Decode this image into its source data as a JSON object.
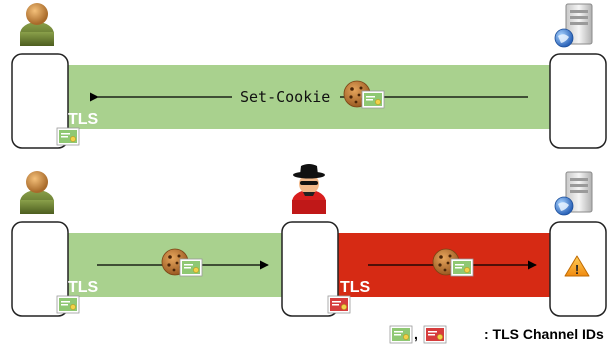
{
  "scenario_1": {
    "message_label": "Set-Cookie",
    "channel_label": "TLS",
    "channel_color": "#a9d18e"
  },
  "scenario_2": {
    "left_channel_label": "TLS",
    "right_channel_label": "TLS",
    "left_channel_color": "#a9d18e",
    "right_channel_color": "#d62a14",
    "warning_glyph": "!"
  },
  "legend": {
    "separator": ",",
    "text": ": TLS Channel IDs",
    "good_cert_color": "#8fc873",
    "bad_cert_color": "#d63c3c"
  },
  "icons": {
    "user": "user-icon",
    "server": "server-icon",
    "attacker": "attacker-icon",
    "cookie": "cookie-icon",
    "certificate": "certificate-icon",
    "warning": "warning-icon"
  }
}
